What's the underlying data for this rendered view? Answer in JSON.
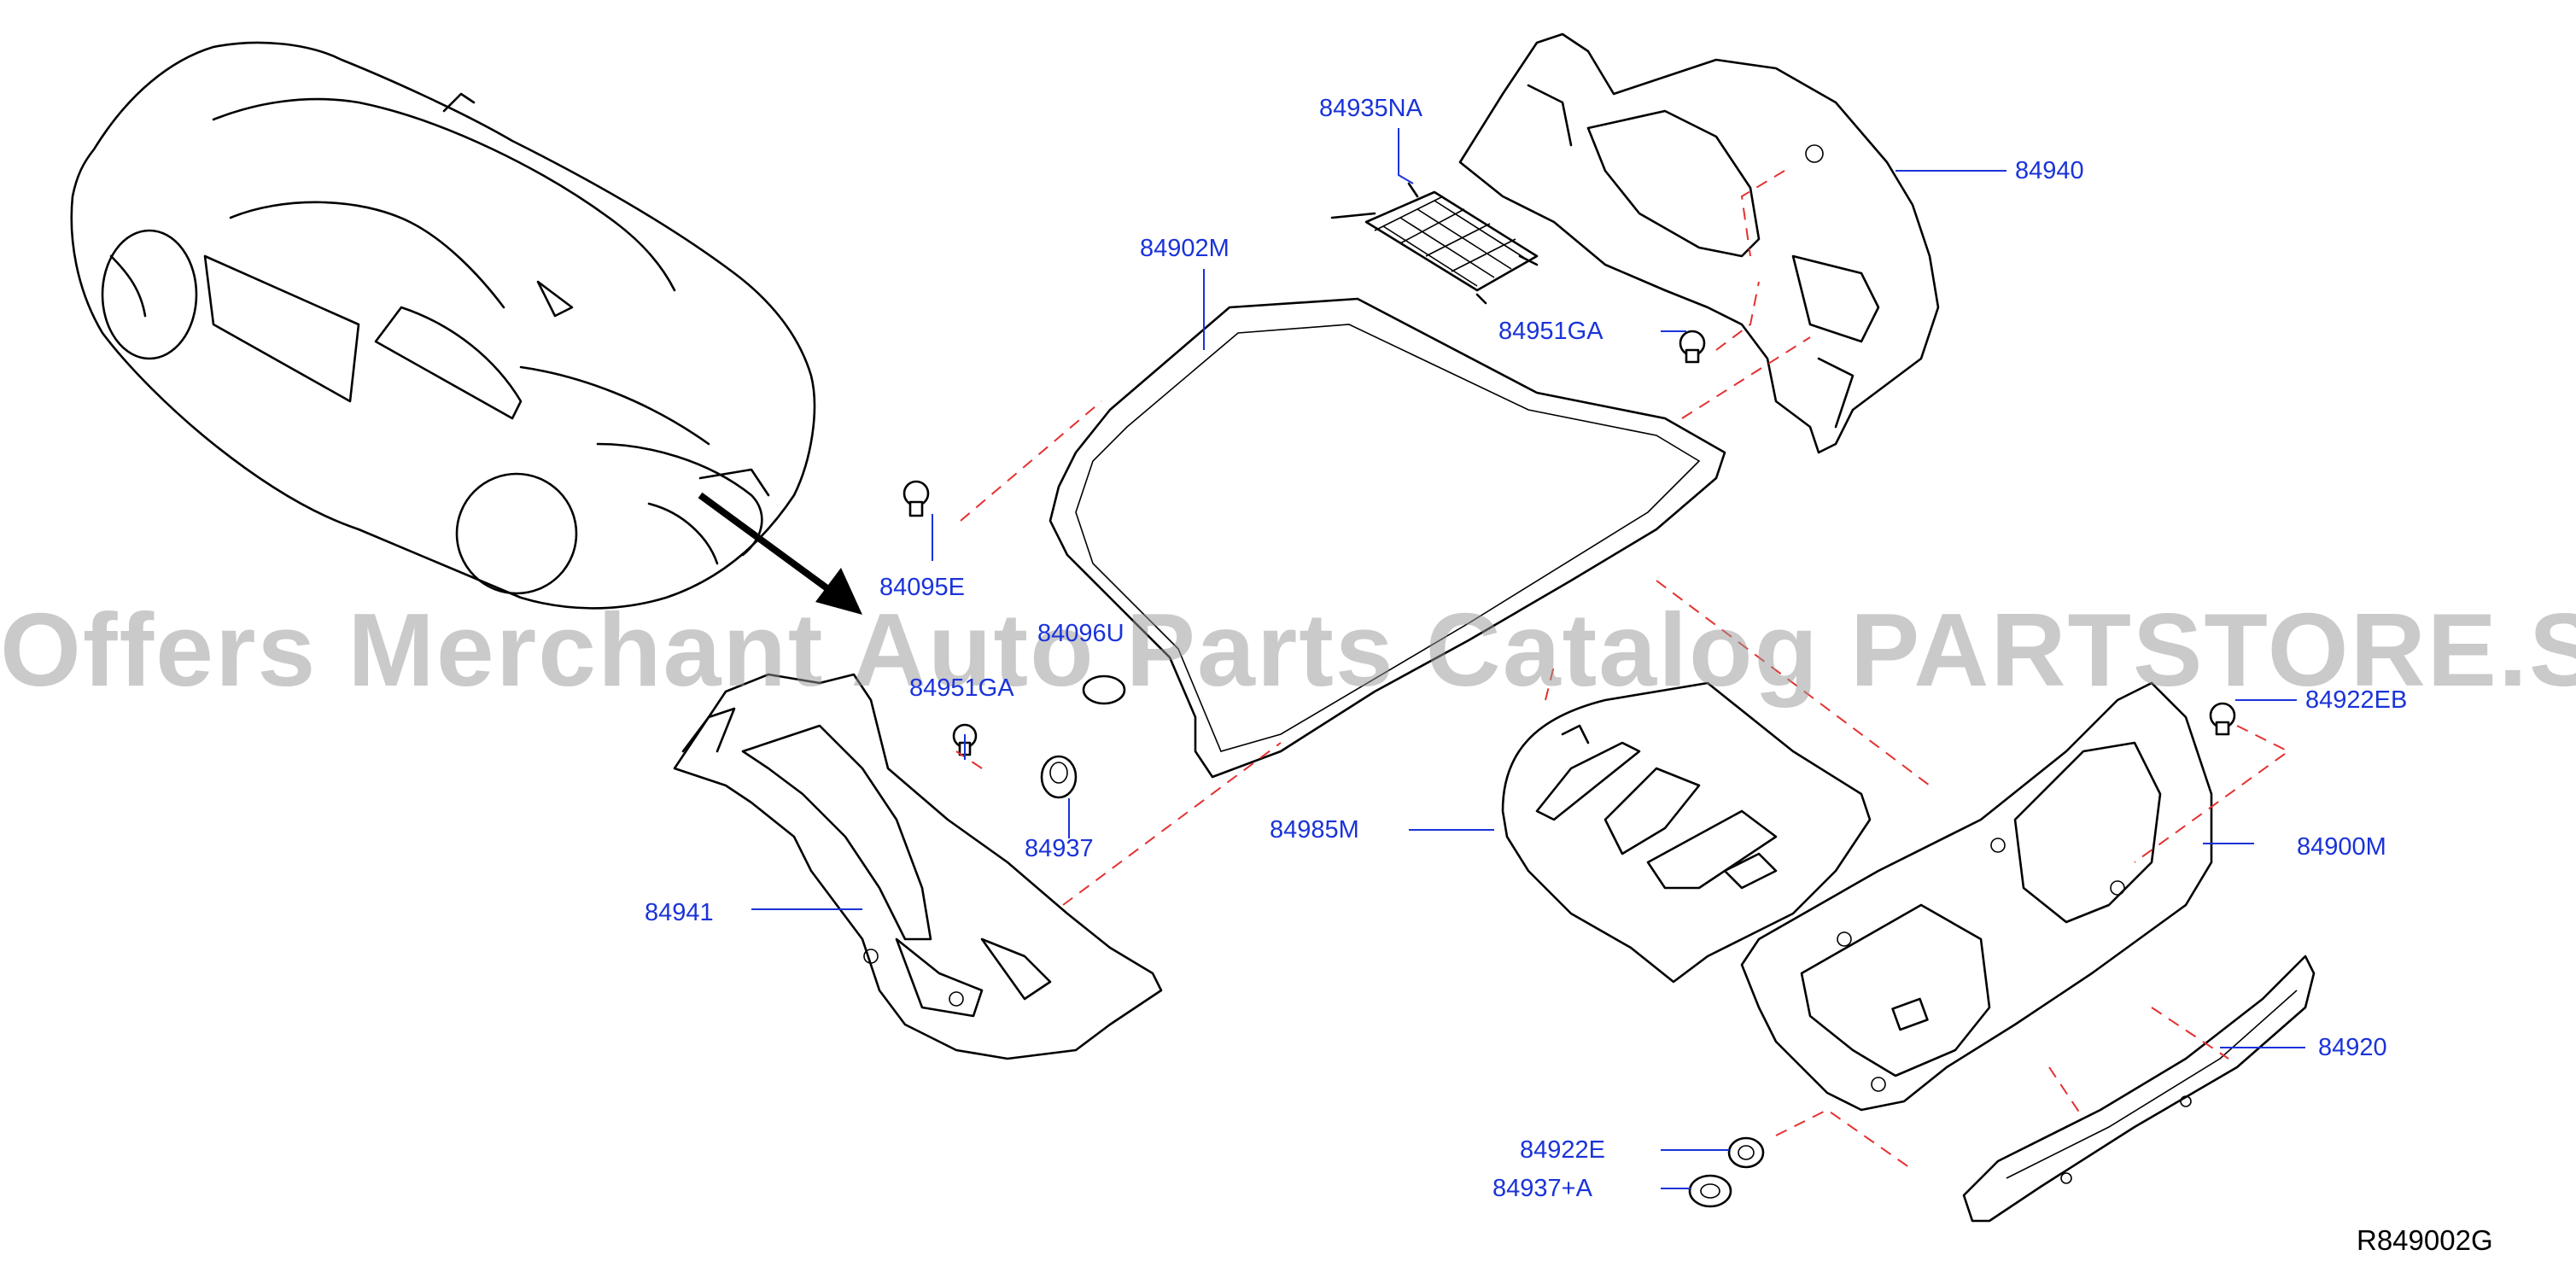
{
  "colors": {
    "leader": "#1a33d9",
    "dashed_guide": "#e53030",
    "outline": "#000000",
    "watermark": "#969696"
  },
  "watermark_text": "Offers Merchant Auto Parts Catalog PARTSTORE.SA",
  "reference_code": "R849002G",
  "part_labels": [
    {
      "id": "84935NA",
      "text": "84935NA"
    },
    {
      "id": "84940",
      "text": "84940"
    },
    {
      "id": "84902M",
      "text": "84902M"
    },
    {
      "id": "84951GA_top",
      "text": "84951GA"
    },
    {
      "id": "84095E",
      "text": "84095E"
    },
    {
      "id": "84096U",
      "text": "84096U"
    },
    {
      "id": "84951GA_left",
      "text": "84951GA"
    },
    {
      "id": "84937",
      "text": "84937"
    },
    {
      "id": "84941",
      "text": "84941"
    },
    {
      "id": "84985M",
      "text": "84985M"
    },
    {
      "id": "84922EB",
      "text": "84922EB"
    },
    {
      "id": "84900M",
      "text": "84900M"
    },
    {
      "id": "84920",
      "text": "84920"
    },
    {
      "id": "84922E",
      "text": "84922E"
    },
    {
      "id": "84937A",
      "text": "84937+A"
    }
  ]
}
